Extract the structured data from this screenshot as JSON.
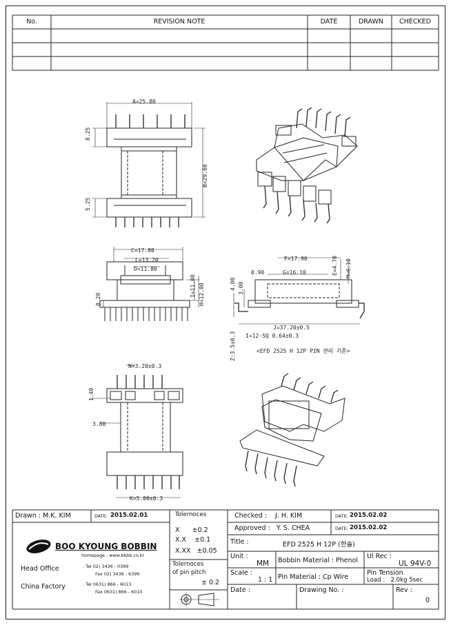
{
  "revision_table": {
    "headers": {
      "no": "No.",
      "note": "REVISION NOTE",
      "date": "DATE",
      "drawn": "DRAWN",
      "checked": "CHECKED"
    }
  },
  "dimensions": {
    "a": "A=25.80",
    "b": "B=29.60",
    "h825": "8.25",
    "h525": "5.25",
    "c": "C=17.80",
    "l": "L=13.20",
    "d": "D=11.80",
    "i11": "I=11.00",
    "h12": "H=12.00",
    "d020": "0.20",
    "f": "F=17.90",
    "g": "G=16.10",
    "d090": "0.90",
    "e": "E=4.70",
    "m": "M=6.10",
    "d400": "4.00",
    "d300": "3.00",
    "j": "J=37.20±0.5",
    "i12": "I=12-SQ 0.64±0.3",
    "z": "Z:3.5±0.3",
    "pin_note": "<EFD 2525 H 12P PIN 관리 기준>",
    "n": "N=3.20±0.3",
    "d140": "1.40",
    "d380": "3.80",
    "k": "K=5.00±0.3"
  },
  "title_block": {
    "drawn": "Drawn : M.K. KIM",
    "drawn_date_label": "DATE:",
    "drawn_date": "2015.02.01",
    "company": "BOO KYOUNG BOBBIN",
    "homepage": "homepage : www.bkbb.co.kr",
    "head_office": "Head Office",
    "head_tel": ":  Tel    02) 3436 - 0399",
    "head_fax": "Fax    02) 3436 - 6399",
    "china_factory": "China Factory",
    "china_tel": ":  Tel   0631) 866 - 6013",
    "china_fax": "Fax   0631) 866 - 6010",
    "tol_title": "Tolernoces",
    "tol_x": "X      ±0.2",
    "tol_xx": "X.X    ±0.1",
    "tol_xxx": "X.XX   ±0.05",
    "tol_pitch_title": "Tolernoces",
    "tol_pitch_line": "of pin pitch",
    "tol_pitch_value": "± 0.2",
    "checked": "Checked :    J. H. KIM",
    "checked_date": "2015.02.02",
    "approved": "Approved :   Y. S. CHEA",
    "approved_date": "2015.02.02",
    "date_label": "DATE:",
    "title_label": "Title :",
    "title_value": "EFD 2525 H 12P (한솔)",
    "unit_label": "Unit :",
    "unit_value": "MM",
    "bobbin_material": "Bobbin Material : Phenol",
    "ul_label": "Ul Rec :",
    "ul_value": "UL 94V-0",
    "scale_label": "Scale :",
    "scale_value": "1 : 1",
    "pin_material": "Pin Material : Cp Wire",
    "pin_tension_label": "Pin Tension",
    "pin_tension_value": "Load :   2.0kg 5sec",
    "date2_label": "Date :",
    "drawing_no_label": "Drawing No. :",
    "rev_label": "Rev :",
    "rev_value": "0"
  },
  "icons": {
    "logo": "company-logo",
    "projection": "third-angle-projection-symbol"
  }
}
